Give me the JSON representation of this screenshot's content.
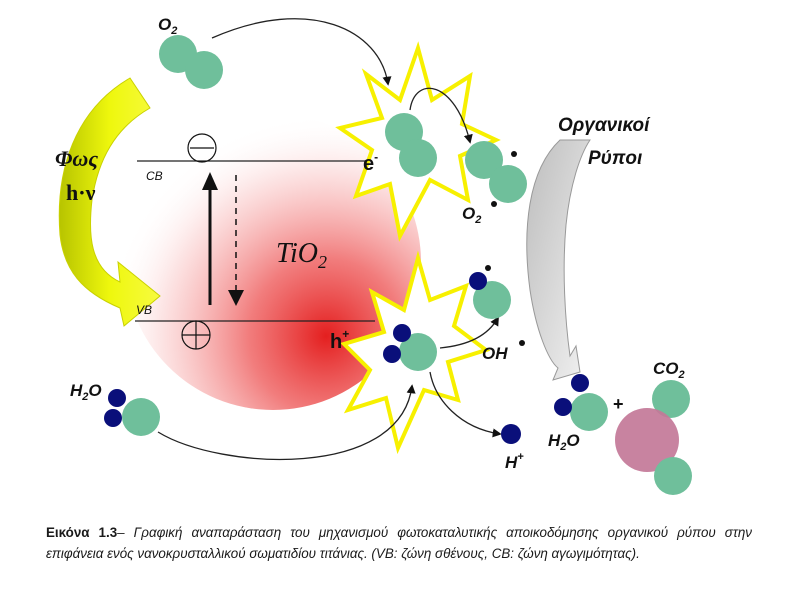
{
  "labels": {
    "light_word": "Φως",
    "light_formula": "h·ν",
    "o2_top_main": "O",
    "o2_top_sub": "2",
    "cb": "CB",
    "vb": "VB",
    "electron": "e",
    "electron_sup": "-",
    "hole": "h",
    "hole_sup": "+",
    "tio2_main": "TiO",
    "tio2_sub": "2",
    "o2_radical_main": "O",
    "o2_radical_sub": "2",
    "oh_radical": "OH",
    "h2o_left_main": "H",
    "h2o_left_sub": "2",
    "h2o_left_end": "O",
    "h_plus_main": "H",
    "h_plus_sup": "+",
    "organic_line1": "Οργανικοί",
    "organic_line2": "Ρύποι",
    "plus_sign": "+",
    "h2o_right_main": "H",
    "h2o_right_sub": "2",
    "h2o_right_end": "O",
    "co2_main": "CO",
    "co2_sub": "2"
  },
  "caption": {
    "label": "Εικόνα 1.3",
    "dash": "– ",
    "text": "Γραφική αναπαράσταση του μηχανισμού φωτοκαταλυτικής αποικοδόμησης οργανικού ρύπου στην επιφάνεια ενός νανοκρυσταλλικού σωματιδίου τιτάνιας. (VB: ζώνη σθένους, CB: ζώνη αγωγιμότητας)."
  },
  "colors": {
    "oxygen_atom": "#6fbf9b",
    "hydrogen_atom": "#0a0f7a",
    "carbon_atom": "#c37898",
    "tio2_particle": "#e83030",
    "light_arrow": "#e6f20a",
    "starburst_fill": "#ffffff",
    "starburst_stroke": "#f7f000",
    "organic_arrow": "#c8c8c8"
  }
}
